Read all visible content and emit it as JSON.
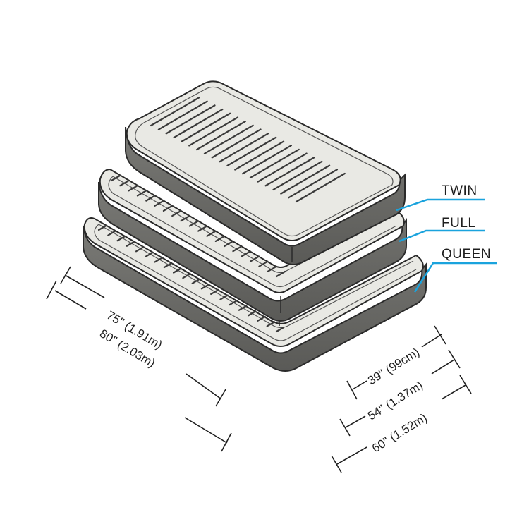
{
  "sizes": [
    {
      "name": "TWIN"
    },
    {
      "name": "FULL"
    },
    {
      "name": "QUEEN"
    }
  ],
  "dimensions": {
    "length": [
      "75\" (1.91m)",
      "80\" (2.03m)"
    ],
    "width": [
      "39\" (99cm)",
      "54\" (1.37m)",
      "60\" (1.52m)"
    ]
  },
  "colors": {
    "leader_line": "#1aa3dd",
    "mattress_side": "#6b6b67",
    "mattress_side_dark": "#4e4e4b",
    "mattress_top": "#e9e9e4",
    "outline": "#2a2a2a",
    "dimension_line": "#1e1e1e"
  }
}
